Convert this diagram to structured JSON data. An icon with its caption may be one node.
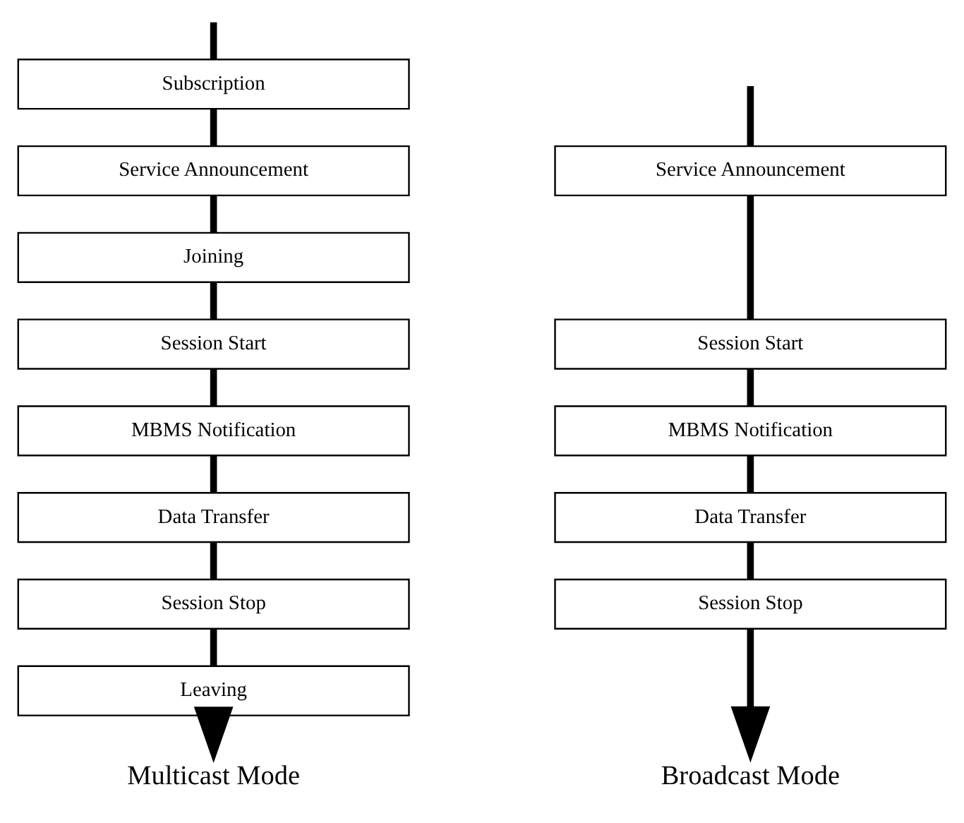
{
  "diagram": {
    "nodes": [
      {
        "text": [
          "Subscription"
        ]
      },
      {
        "text": [
          "Service Announcement"
        ]
      },
      {
        "text": [
          "Joining"
        ]
      },
      {
        "text": [
          "Session Start"
        ]
      },
      {
        "text": [
          "MBMS Notification"
        ]
      },
      {
        "text": [
          "Data Transfer"
        ]
      },
      {
        "text": [
          "Session Stop"
        ]
      },
      {
        "text": [
          "Leaving"
        ]
      },
      {
        "text": [
          "Multicast Mode"
        ]
      },
      {
        "text": [
          "Service Announcement"
        ]
      },
      {
        "text": [
          "Session Start"
        ]
      },
      {
        "text": [
          "MBMS Notification"
        ]
      },
      {
        "text": [
          "Data Transfer"
        ]
      },
      {
        "text": [
          "Session Stop"
        ]
      },
      {
        "text": [
          "Broadcast Mode"
        ]
      }
    ],
    "edges": [
      {
        "from": null,
        "to": 0,
        "arrow": "none"
      },
      {
        "from": 0,
        "to": 1,
        "arrow": "none"
      },
      {
        "from": 1,
        "to": 2,
        "arrow": "none"
      },
      {
        "from": 2,
        "to": 3,
        "arrow": "none"
      },
      {
        "from": 3,
        "to": 4,
        "arrow": "none"
      },
      {
        "from": 4,
        "to": 5,
        "arrow": "none"
      },
      {
        "from": 5,
        "to": 6,
        "arrow": "none"
      },
      {
        "from": 6,
        "to": 7,
        "arrow": "none"
      },
      {
        "from": 7,
        "to": 8,
        "arrow": "to"
      },
      {
        "from": null,
        "to": 9,
        "arrow": "none"
      },
      {
        "from": 9,
        "to": 10,
        "arrow": "none"
      },
      {
        "from": 10,
        "to": 11,
        "arrow": "none"
      },
      {
        "from": 11,
        "to": 12,
        "arrow": "none"
      },
      {
        "from": 12,
        "to": 13,
        "arrow": "none"
      },
      {
        "from": 13,
        "to": 14,
        "arrow": "to"
      }
    ]
  }
}
